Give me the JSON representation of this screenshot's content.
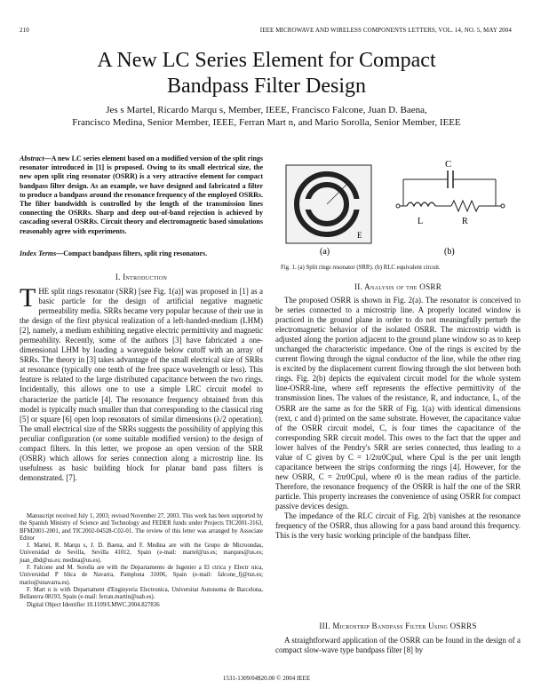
{
  "header": {
    "page_number": "210",
    "journal": "IEEE MICROWAVE AND WIRELESS COMPONENTS LETTERS, VOL. 14, NO. 5, MAY 2004"
  },
  "title_line1": "A New LC Series Element for Compact",
  "title_line2": "Bandpass Filter Design",
  "authors_line1": "Jes s Martel, Ricardo Marqu s, Member, IEEE, Francisco Falcone, Juan D. Baena,",
  "authors_line2": "Francisco Medina, Senior Member, IEEE, Ferran Mart n, and Mario Sorolla, Senior Member, IEEE",
  "abstract": {
    "label": "Abstract—",
    "text": "A new LC series element based on a modified version of the split rings resonator introduced in [1] is proposed. Owing to its small electrical size, the new open split ring resonator (OSRR) is a very attractive element for compact bandpass filter design. As an example, we have designed and fabricated a filter to produce a bandpass around the resonance frequency of the employed OSRRs. The filter bandwidth is controlled by the length of the transmission lines connecting the OSRRs. Sharp and deep out-of-band rejection is achieved by cascading several OSRRs. Circuit theory and electromagnetic based simulations reasonably agree with experiments."
  },
  "index_terms": {
    "label": "Index Terms—",
    "text": "Compact bandpass filters, split ring resonators."
  },
  "intro": {
    "heading": "I. Introduction",
    "dropcap": "T",
    "p1": "HE split rings resonator (SRR) [see Fig. 1(a)] was proposed in [1] as a basic particle for the design of artificial negative magnetic permeability media. SRRs became very popular because of their use in the design of the first physical realization of a left-handed-medium (LHM) [2], namely, a medium exhibiting negative electric permittivity and magnetic permeability. Recently, some of the authors [3] have fabricated a one-dimensional LHM by loading a waveguide below cutoff with an array of SRRs. The theory in [3] takes advantage of the small electrical size of SRRs at resonance (typically one tenth of the free space wavelength or less). This feature is related to the large distributed capacitance between the two rings. Incidentally, this allows one to use a simple LRC circuit model to characterize the particle [4]. The resonance frequency obtained from this model is typically much smaller than that corresponding to the classical ring [5] or square [6] open loop resonators of similar dimensions (λ/2 operation). The small electrical size of the SRRs suggests the possibility of applying this peculiar configuration (or some suitable modified version) to the design of compact filters. In this letter, we propose an open version of the SRR (OSRR) which allows for series connection along a microstrip line. Its usefulness as basic building block for planar band pass filters is demonstrated. [7]."
  },
  "footnotes": [
    "Manuscript received July 1, 2003; revised November 27, 2003. This work has been supported by the Spanish Ministry of Science and Technology and FEDER funds under Projects TIC2001-3163, BFM2001-2001, and TIC2002-04528-C02-01. The review of this letter was arranged by Associate Editor",
    "J. Martel, R. Marqu s, J. D. Baena, and F. Medina are with the Grupo de Microondas, Universidad de Sevilla, Sevilla 41012, Spain (e-mail: martel@us.es; marques@us.es; juan_dbd@us.es; medina@us.es).",
    "F. Falcone and M. Sorolla are with the Departamento de Ingenier a El ctrica y Electr nica, Universidad P blica de Navarra, Pamplona 31006, Spain (e-mail: falcone_fj@tsn.es; mario@unavarra.es).",
    "F. Mart n is with Departament d'Enginyeria Electronica, Universitat Autonoma de Barcelona, Bellaterra 08193, Spain (e-mail: ferran.martin@uab.es).",
    "Digital Object Identifier 10.1109/LMWC.2004.827836"
  ],
  "figure": {
    "label_a": "(a)",
    "label_b": "(b)",
    "label_C": "C",
    "label_L": "L",
    "label_R": "R",
    "label_E": "E",
    "caption": "Fig. 1.   (a) Split rings resonator (SRR). (b) RLC equivalent circuit."
  },
  "analysis": {
    "heading": "II. Analysis of the OSRR",
    "p1": "The proposed OSRR is shown in Fig. 2(a). The resonator is conceived to be series connected to a microstrip line. A properly located window is practiced in the ground plane in order to do not meaningfully perturb the electromagnetic behavior of the isolated OSRR. The microstrip width is adjusted along the portion adjacent to the ground plane window so as to keep unchanged the characteristic impedance. One of the rings is excited by the current flowing through the signal conductor of the line, while the other ring is excited by the displacement current flowing through the slot between both rings. Fig. 2(b) depicts the equivalent circuit model for the whole system line-OSRR-line, where εeff represents the effective permittivity of the transmission lines. The values of the resistance, R, and inductance, L, of the OSRR are the same as for the SRR of Fig. 1(a) with identical dimensions (rext, c and d) printed on the same substrate. However, the capacitance value of the OSRR circuit model, C, is four times the capacitance of the corresponding SRR circuit model. This owes to the fact that the upper and lower halves of the Pendry's SRR are series connected, thus leading to a value of C given by C = 1/2πr0Cpul, where Cpul is the per unit length capacitance between the strips conforming the rings [4]. However, for the new OSRR, C = 2πr0Cpul, where r0 is the mean radius of the particle. Therefore, the resonance frequency of the OSRR is half the one of the SRR particle. This property increases the convenience of using OSRR for compact passive devices design.",
    "p2": "The impedance of the RLC circuit of Fig. 2(b) vanishes at the resonance frequency of the OSRR, thus allowing for a pass band around this frequency. This is the very basic working principle of the bandpass filter."
  },
  "application": {
    "heading": "III. Microstrip Bandpass Filter Using OSRRS",
    "p1": "A straightforward application of the OSRR can be found in the design of a compact slow-wave type bandpass filter [8] by"
  },
  "footer": "1531-1309/04$20.00 © 2004 IEEE"
}
